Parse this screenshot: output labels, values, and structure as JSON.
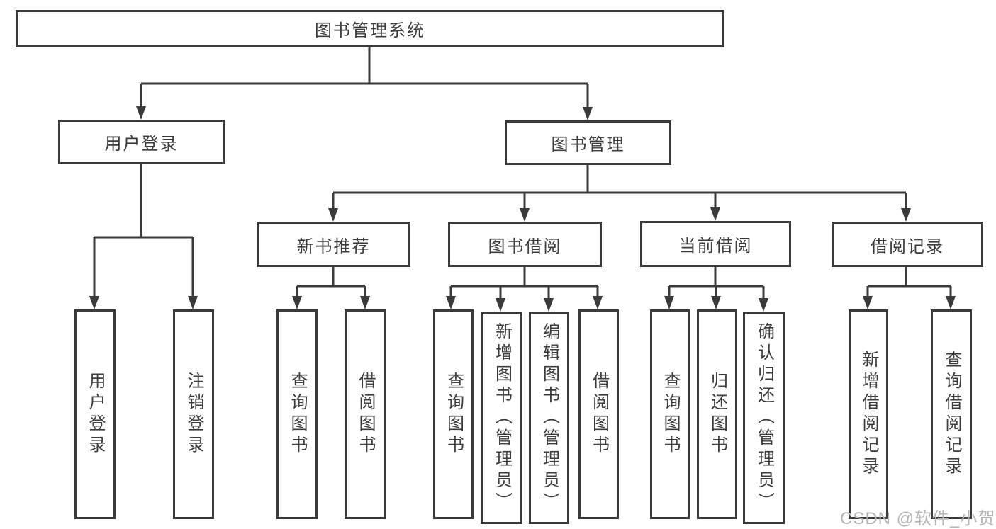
{
  "diagram": {
    "title_node": {
      "label": "图书管理系统"
    },
    "level2": [
      {
        "id": "user-login",
        "label": "用户登录"
      },
      {
        "id": "book-management",
        "label": "图书管理"
      }
    ],
    "level3": [
      {
        "id": "new-book-recommend",
        "label": "新书推荐",
        "parent": "图书管理"
      },
      {
        "id": "book-borrowing",
        "label": "图书借阅",
        "parent": "图书管理"
      },
      {
        "id": "current-borrowing",
        "label": "当前借阅",
        "parent": "图书管理"
      },
      {
        "id": "borrowing-records",
        "label": "借阅记录",
        "parent": "图书管理"
      }
    ],
    "leaves": [
      {
        "parent": "用户登录",
        "label": "用户登录"
      },
      {
        "parent": "用户登录",
        "label": "注销登录"
      },
      {
        "parent": "新书推荐",
        "label": "查询图书"
      },
      {
        "parent": "新书推荐",
        "label": "借阅图书"
      },
      {
        "parent": "图书借阅",
        "label": "查询图书"
      },
      {
        "parent": "图书借阅",
        "label": "新增图书（管理员）"
      },
      {
        "parent": "图书借阅",
        "label": "编辑图书（管理员）"
      },
      {
        "parent": "图书借阅",
        "label": "借阅图书"
      },
      {
        "parent": "当前借阅",
        "label": "查询图书"
      },
      {
        "parent": "当前借阅",
        "label": "归还图书"
      },
      {
        "parent": "当前借阅",
        "label": "确认归还（管理员）"
      },
      {
        "parent": "借阅记录",
        "label": "新增借阅记录"
      },
      {
        "parent": "借阅记录",
        "label": "查询借阅记录"
      }
    ]
  },
  "watermark": {
    "text": "CSDN @软件_小贺同学"
  },
  "colors": {
    "line": "#3a3a3a",
    "border": "#3a3a3a",
    "text": "#3c3c3c",
    "background": "#ffffff",
    "watermark": "#b5b5b5"
  }
}
